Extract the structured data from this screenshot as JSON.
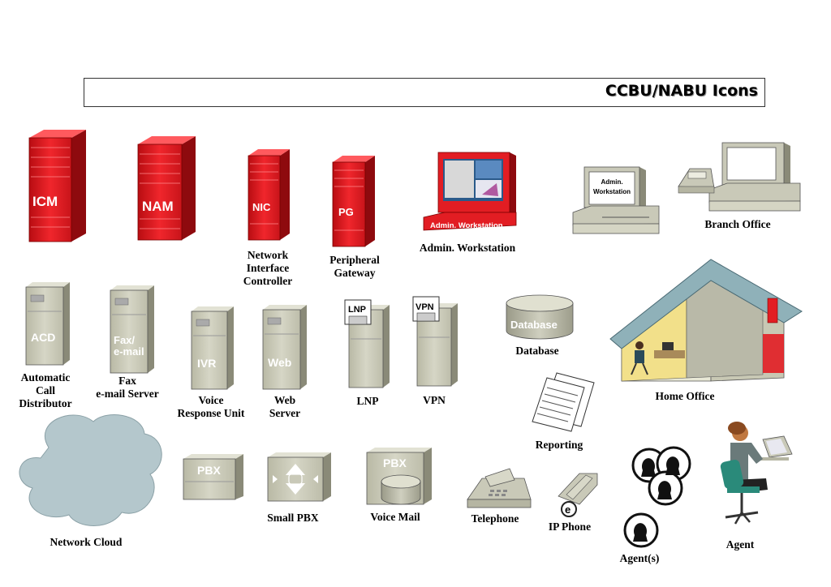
{
  "title": "CCBU/NABU Icons",
  "colors": {
    "server_red": "#e21d23",
    "gray_box": "#c9c9b8",
    "cloud": "#b4c7cc",
    "roof": "#8fb1b9"
  },
  "icons": {
    "icm": {
      "badge": "ICM"
    },
    "nam": {
      "badge": "NAM"
    },
    "nic": {
      "badge": "NIC",
      "label": "Network\nInterface\nController"
    },
    "pg": {
      "badge": "PG",
      "label": "Peripheral\nGateway"
    },
    "admin_ws_red": {
      "badge": "Admin. Workstation",
      "label": "Admin. Workstation"
    },
    "admin_ws_gray": {
      "screen_text": "Admin.\nWorkstation"
    },
    "branch_office": {
      "label": "Branch Office"
    },
    "acd": {
      "badge": "ACD",
      "label": "Automatic\nCall\nDistributor"
    },
    "fax": {
      "badge": "Fax/\ne-mail",
      "label": "Fax\ne-mail Server"
    },
    "ivr": {
      "badge": "IVR",
      "label": "Voice\nResponse Unit"
    },
    "web": {
      "badge": "Web",
      "label": "Web\nServer"
    },
    "lnp": {
      "badge": "LNP",
      "label": "LNP"
    },
    "vpn": {
      "badge": "VPN",
      "label": "VPN"
    },
    "database": {
      "badge": "Database",
      "label": "Database"
    },
    "home_office": {
      "label": "Home Office"
    },
    "reporting": {
      "label": "Reporting"
    },
    "network_cloud": {
      "label": "Network Cloud"
    },
    "pbx": {
      "badge": "PBX"
    },
    "small_pbx": {
      "label": "Small PBX"
    },
    "voice_mail": {
      "badge": "PBX",
      "label": "Voice Mail"
    },
    "telephone": {
      "label": "Telephone"
    },
    "ip_phone": {
      "badge": "e",
      "label": "IP Phone"
    },
    "agents": {
      "label": "Agent(s)"
    },
    "agent": {
      "label": "Agent"
    }
  }
}
